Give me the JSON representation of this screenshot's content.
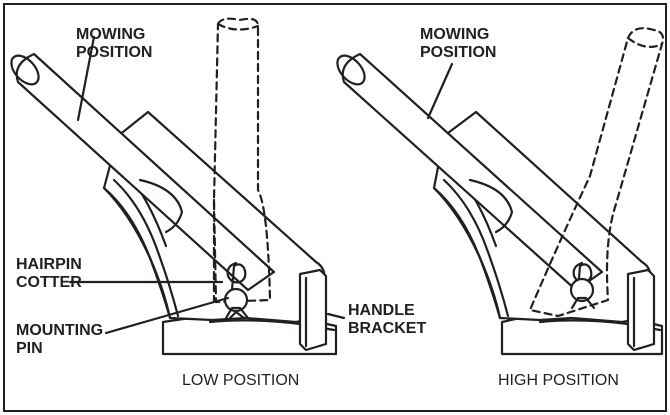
{
  "left_panel": {
    "label_mowing_position": "MOWING\nPOSITION",
    "label_hairpin_cotter": "HAIRPIN\nCOTTER",
    "label_mounting_pin": "MOUNTING\nPIN",
    "label_handle_bracket": "HANDLE\nBRACKET",
    "caption": "LOW POSITION"
  },
  "right_panel": {
    "label_mowing_position": "MOWING\nPOSITION",
    "caption": "HIGH POSITION"
  },
  "colors": {
    "line": "#231f20",
    "background": "#ffffff"
  }
}
